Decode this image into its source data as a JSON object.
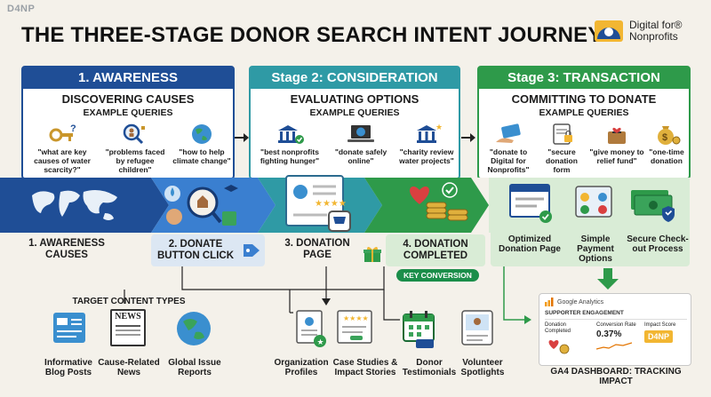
{
  "watermark": "D4NP",
  "title": "THE THREE-STAGE DONOR SEARCH INTENT JOURNEY",
  "brand": {
    "line1": "Digital for®",
    "line2": "Nonprofits"
  },
  "stages": [
    {
      "header": "1. AWARENESS",
      "subtitle": "DISCOVERING CAUSES",
      "examples_label": "EXAMPLE QUERIES",
      "queries": [
        "\"what are key causes of water scarcity?\"",
        "\"problems faced by refugee children\"",
        "\"how to help climate change\""
      ]
    },
    {
      "header": "Stage 2: CONSIDERATION",
      "subtitle": "EVALUATING OPTIONS",
      "examples_label": "EXAMPLE QUERIES",
      "queries": [
        "\"best nonprofits fighting hunger\"",
        "\"donate safely online\"",
        "\"charity review water projects\""
      ]
    },
    {
      "header": "Stage 3: TRANSACTION",
      "subtitle": "COMMITTING TO DONATE",
      "examples_label": "EXAMPLE QUERIES",
      "queries": [
        "\"donate to Digital for Nonprofits\"",
        "\"secure donation form",
        "\"give money to relief fund\"",
        "\"one-time donation"
      ]
    }
  ],
  "flow": {
    "step1": "1. AWARENESS CAUSES",
    "step2": "2. DONATE BUTTON CLICK",
    "step3": "3. DONATION PAGE",
    "step4": "4. DONATION COMPLETED",
    "key_conversion": "KEY CONVERSION"
  },
  "transaction_features": [
    "Optimized Donation Page",
    "Simple Payment Options",
    "Secure Check-out Process"
  ],
  "target_content": {
    "label": "TARGET CONTENT TYPES",
    "items": [
      "Informative Blog Posts",
      "Cause-Related News",
      "Global Issue Reports"
    ],
    "news_icon_text": "NEWS"
  },
  "consideration_content": [
    "Organization Profiles",
    "Case Studies & Impact Stories",
    "Donor Testimonials",
    "Volunteer Spotlights"
  ],
  "ga4": {
    "app": "Google Analytics",
    "section": "SUPPORTER ENGAGEMENT",
    "metric1_label": "Donation Completed",
    "metric2_label": "Conversion Rate",
    "metric2_value": "0.37%",
    "metric3_label": "Impact Score",
    "metric3_value": "D4NP",
    "caption": "GA4 DASHBOARD: TRACKING IMPACT"
  },
  "colors": {
    "awareness": "#1f4e96",
    "consideration": "#2f9aa5",
    "transaction": "#2e9a4a",
    "background": "#f4f1ea"
  }
}
